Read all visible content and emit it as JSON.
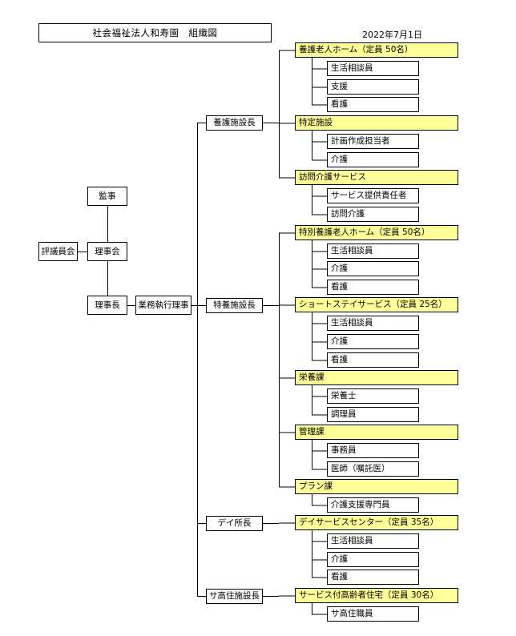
{
  "title": "社会福祉法人和寿園　組織図",
  "date": "2022年7月1日",
  "governance": {
    "auditor": "監事",
    "council": "評議員会",
    "board": "理事会",
    "chairman": "理事長",
    "executive_director": "業務執行理事"
  },
  "managers": [
    "養護施設長",
    "特養施設長",
    "デイ所長",
    "サ高住施設長"
  ],
  "units": [
    {
      "label": "養護老人ホーム（定員 50名）",
      "roles": [
        "生活相談員",
        "支援",
        "看護"
      ]
    },
    {
      "label": "特定施設",
      "roles": [
        "計画作成担当者",
        "介護"
      ]
    },
    {
      "label": "訪問介護サービス",
      "roles": [
        "サービス提供責任者",
        "訪問介護"
      ]
    },
    {
      "label": "特別養護老人ホーム（定員 50名）",
      "roles": [
        "生活相談員",
        "介護",
        "看護"
      ]
    },
    {
      "label": "ショートステイサービス（定員 25名）",
      "roles": [
        "生活相談員",
        "介護",
        "看護"
      ]
    },
    {
      "label": "栄養課",
      "roles": [
        "栄養士",
        "調理員"
      ]
    },
    {
      "label": "管理課",
      "roles": [
        "事務員",
        "医師（嘱託医）"
      ]
    },
    {
      "label": "プラン課",
      "roles": [
        "介護支援専門員"
      ]
    },
    {
      "label": "デイサービスセンター（定員 35名）",
      "roles": [
        "生活相談員",
        "介護",
        "看護"
      ]
    },
    {
      "label": "サービス付高齢者住宅（定員 30名）",
      "roles": [
        "サ高住職員"
      ]
    }
  ],
  "colors": {
    "unit_fill": "#ffff99",
    "line": "#000000"
  }
}
